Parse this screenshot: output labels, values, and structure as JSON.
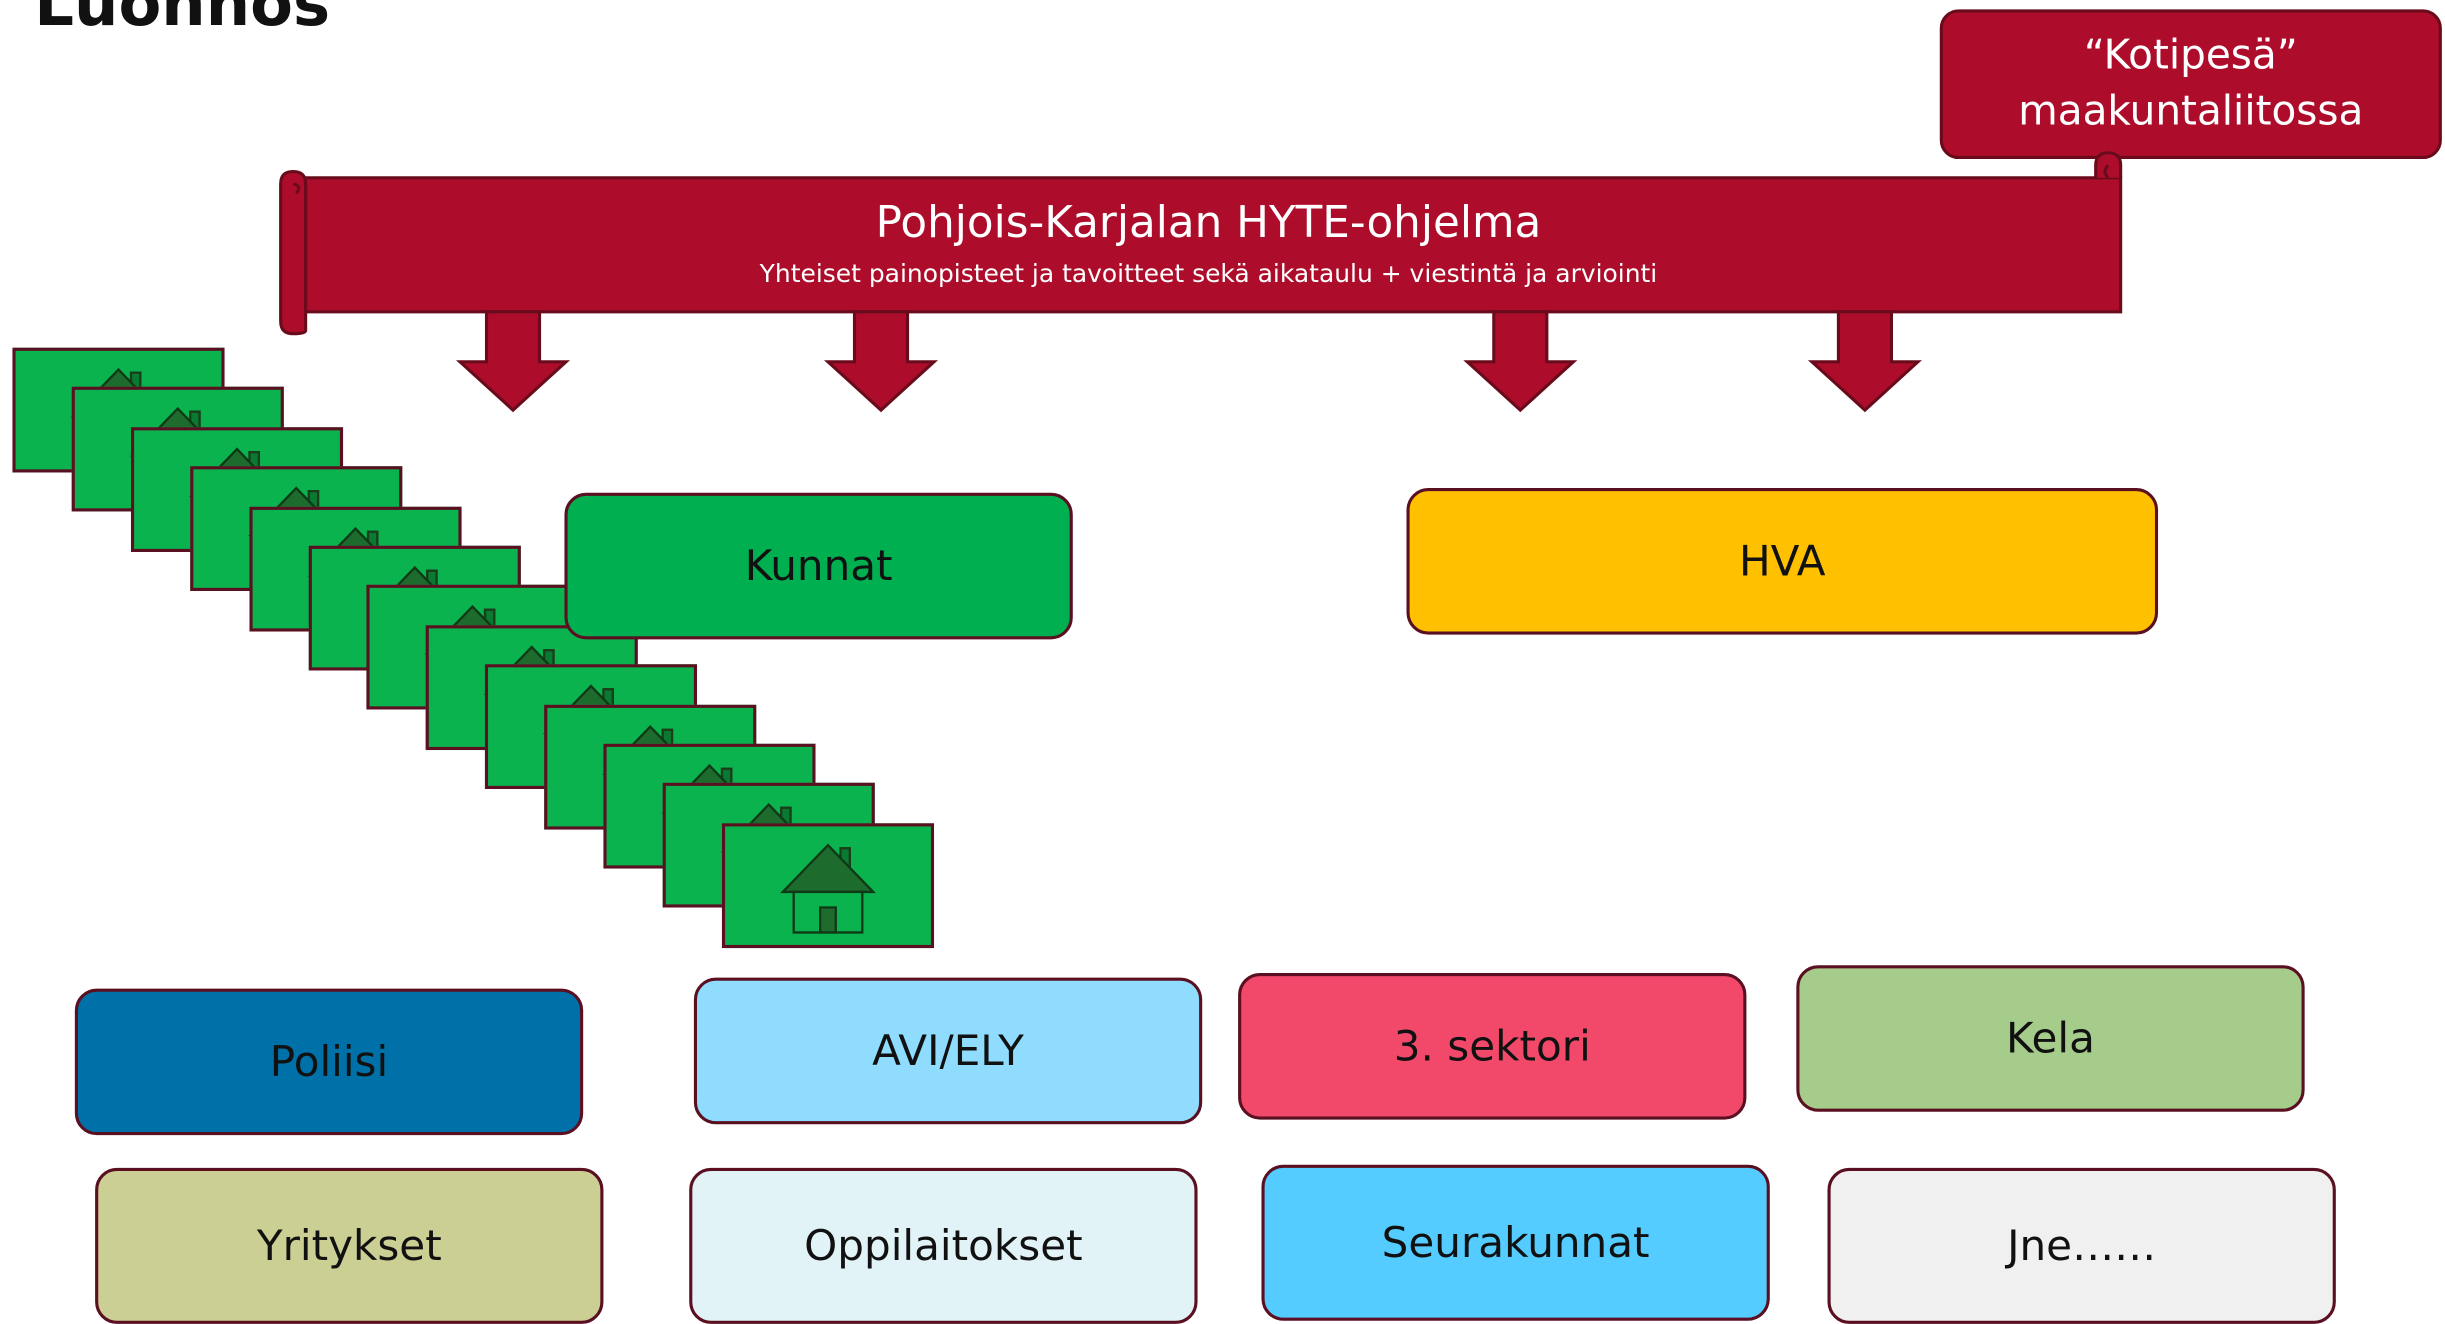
{
  "slide_title": "Luonnos",
  "badge": {
    "line1": "“Kotipesä”",
    "line2": "maakuntaliitossa"
  },
  "program": {
    "title": "Pohjois-Karjalan HYTE-ohjelma",
    "subtitle": "Yhteiset painopisteet ja tavoitteet sekä aikataulu + viestintä ja arviointi"
  },
  "actors": {
    "kunnat": "Kunnat",
    "hva": "HVA",
    "poliisi": "Poliisi",
    "avi_ely": "AVI/ELY",
    "sektori3": "3. sektori",
    "kela": "Kela",
    "yritykset": "Yritykset",
    "oppilaitokset": "Oppilaitokset",
    "seurakunnat": "Seurakunnat",
    "jne": "Jne……"
  },
  "colors": {
    "brand_red": "#ad0d2b",
    "kunnat": "#00b050",
    "hva": "#ffc000",
    "poliisi": "#0070a8",
    "avi_ely": "#8fdcff",
    "sektori3": "#f2496b",
    "kela": "#a6cc8c",
    "yritykset": "#cccf94",
    "oppilaitokset": "#e2f3f8",
    "seurakunnat": "#55ccff",
    "jne": "#f0f0f0"
  },
  "icons": {
    "house": "house-icon",
    "arrow": "down-arrow-icon"
  },
  "municipality_card_count": 13
}
